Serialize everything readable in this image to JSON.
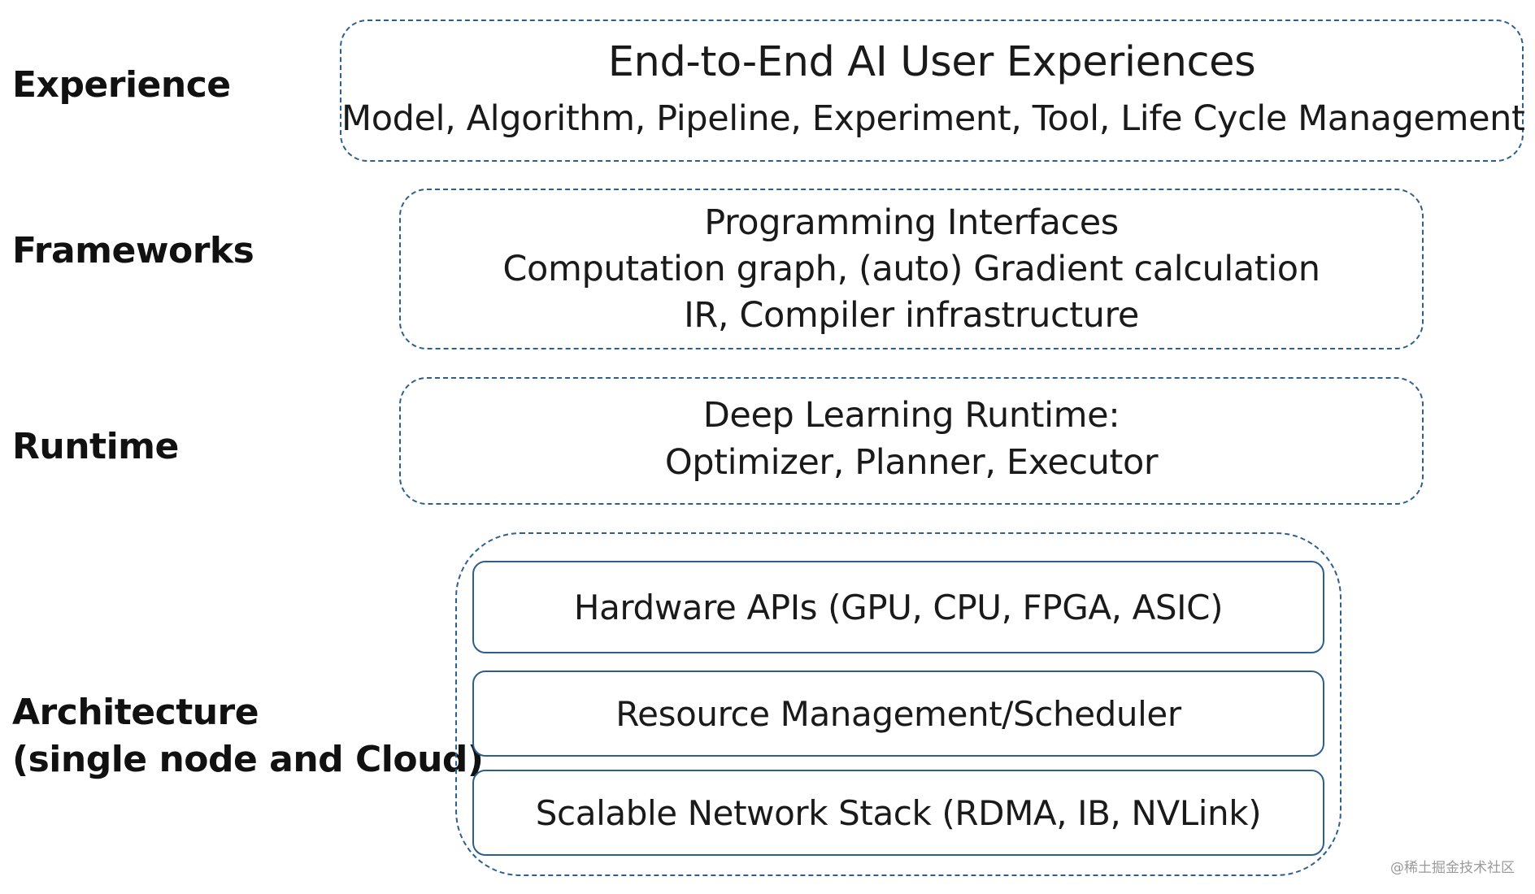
{
  "layers": {
    "experience": {
      "label": "Experience",
      "title": "End-to-End AI User Experiences",
      "subtitle": "Model, Algorithm, Pipeline, Experiment, Tool, Life Cycle Management"
    },
    "frameworks": {
      "label": "Frameworks",
      "lines": [
        "Programming Interfaces",
        "Computation graph, (auto) Gradient calculation",
        "IR, Compiler infrastructure"
      ]
    },
    "runtime": {
      "label": "Runtime",
      "lines": [
        "Deep Learning Runtime:",
        "Optimizer, Planner, Executor"
      ]
    },
    "architecture": {
      "label_lines": [
        "Architecture",
        "(single node and Cloud)"
      ],
      "components": [
        "Hardware APIs (GPU, CPU, FPGA, ASIC)",
        "Resource Management/Scheduler",
        "Scalable Network Stack (RDMA, IB, NVLink)"
      ]
    }
  },
  "watermark": "@稀土掘金技术社区",
  "colors": {
    "border": "#2b5f8e",
    "text": "#1a1a1a",
    "watermark": "#9a9a9a"
  }
}
